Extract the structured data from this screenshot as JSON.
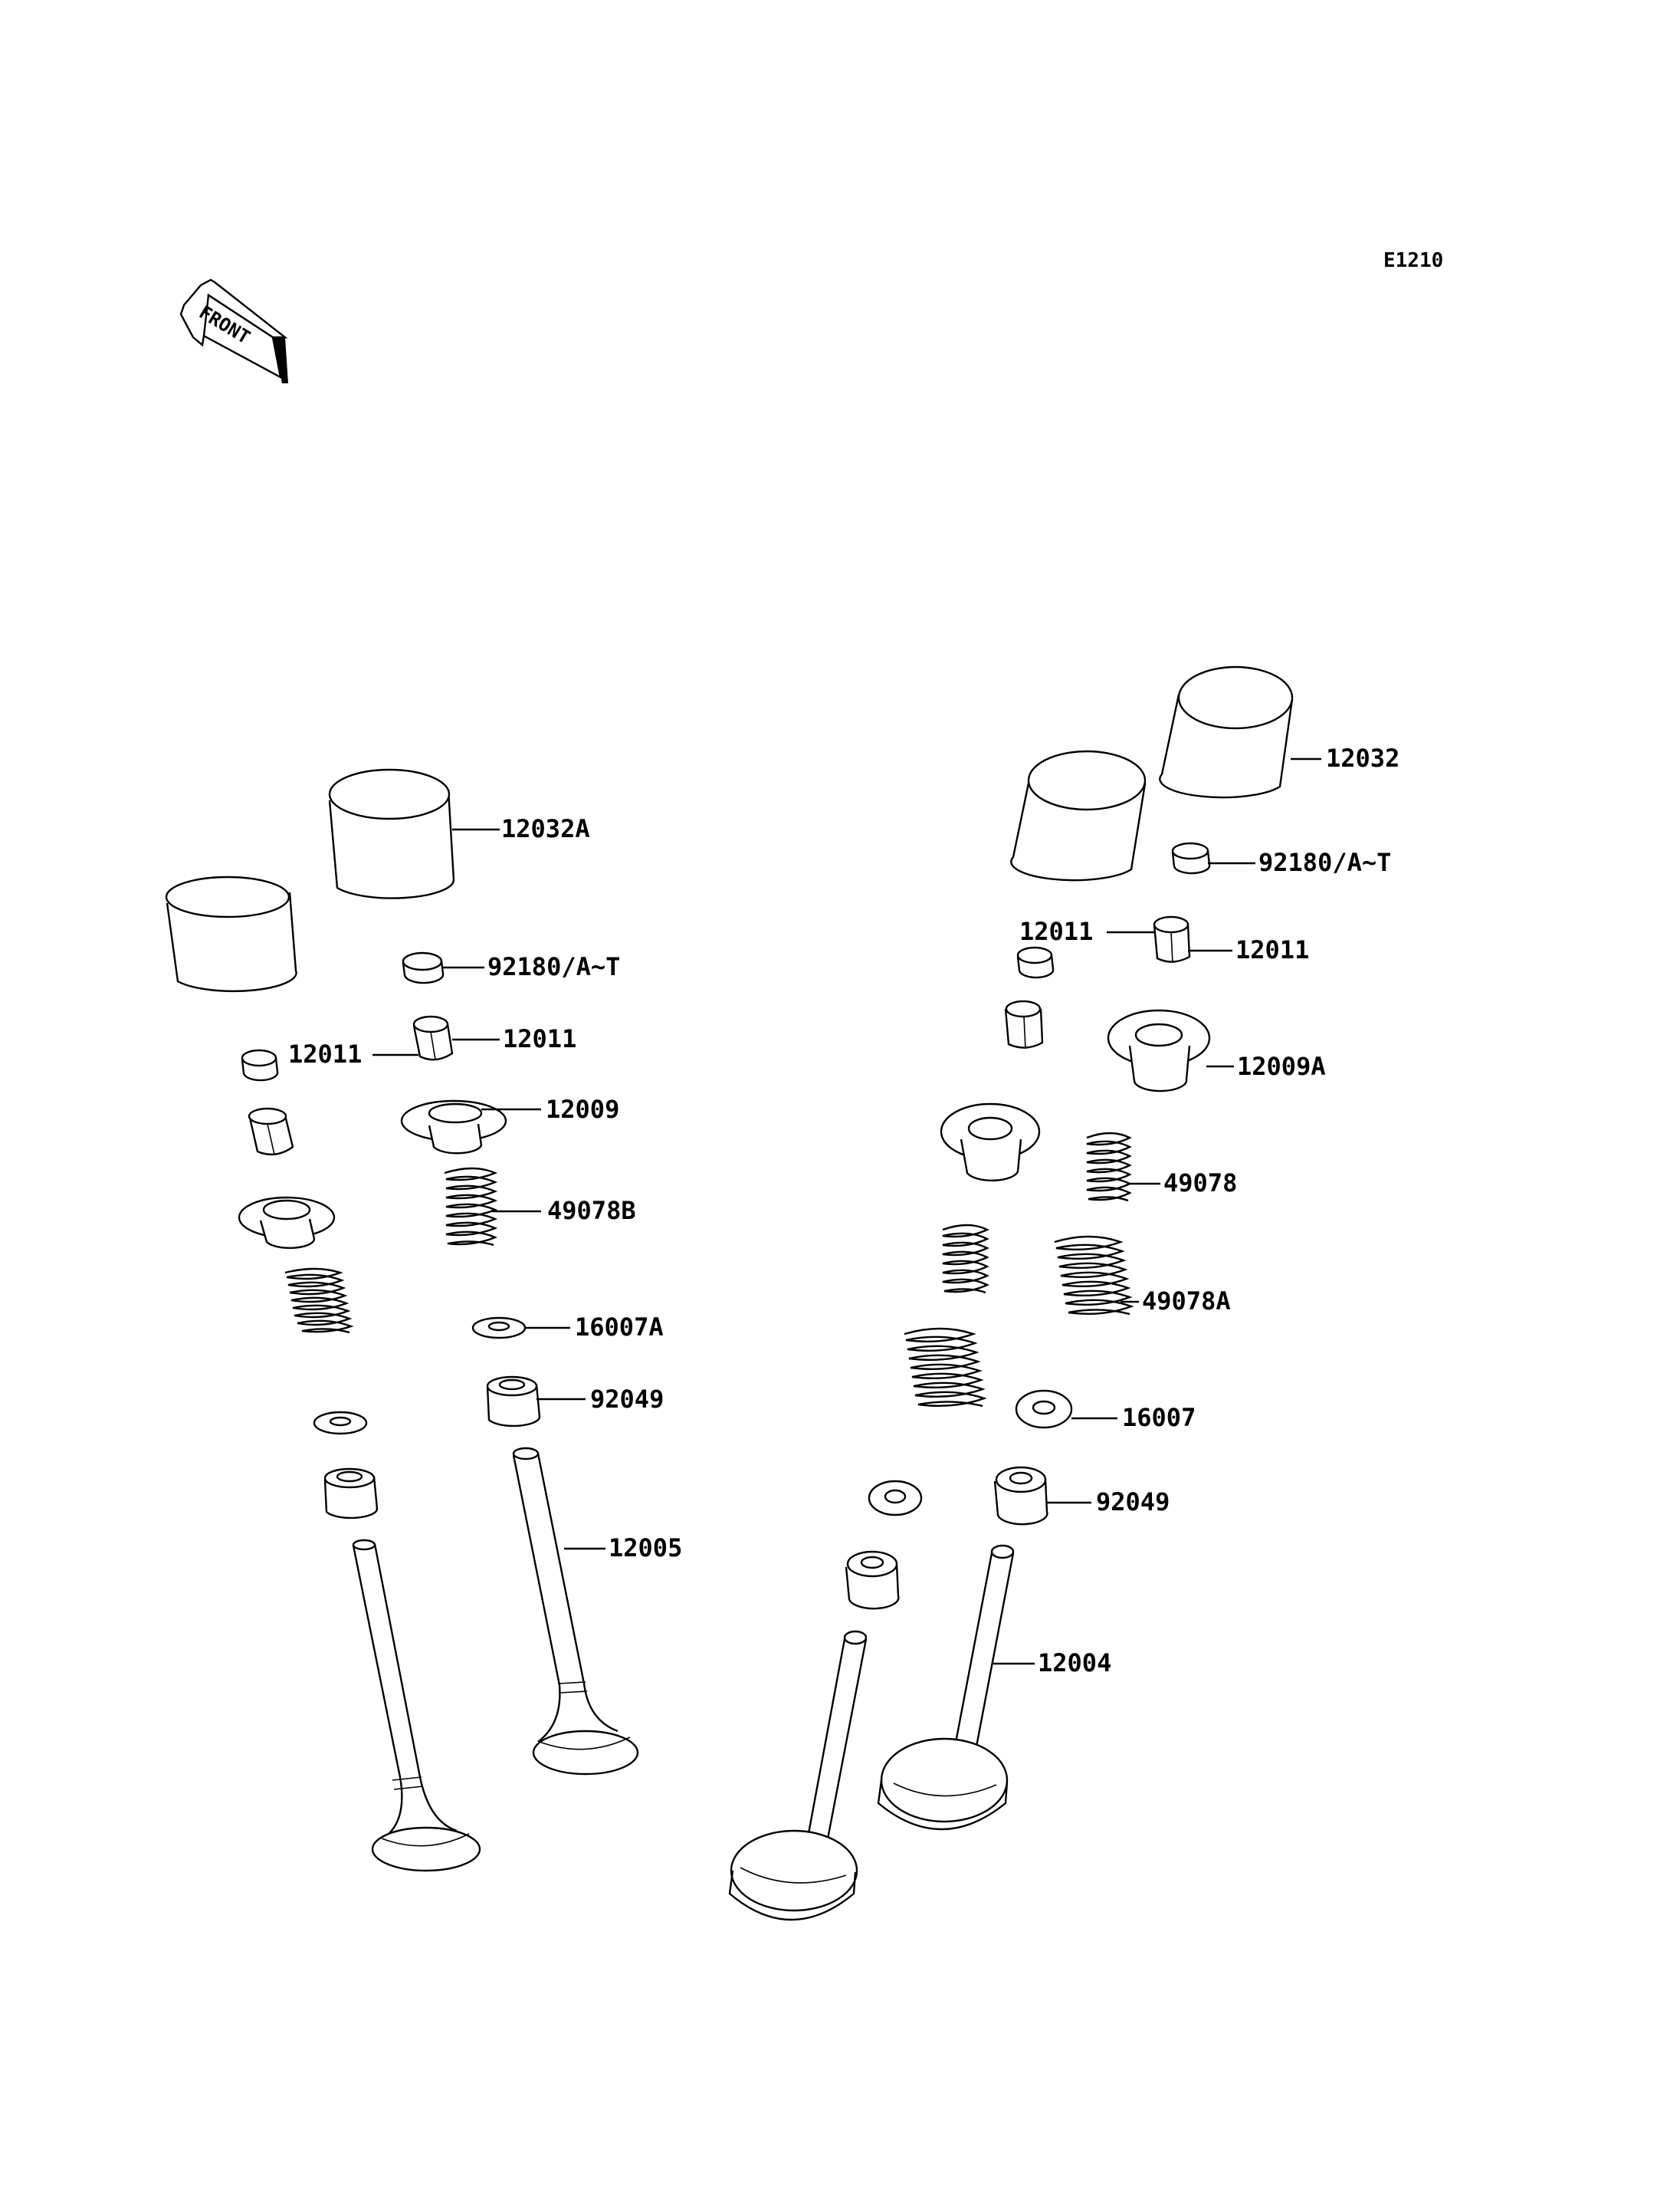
{
  "diagram": {
    "code": "E1210",
    "front_text": "FRONT",
    "labels": {
      "intake_tappet": "12032A",
      "intake_shim": "92180/A~T",
      "intake_keeper_left": "12011",
      "intake_keeper_right": "12011",
      "intake_retainer": "12009",
      "intake_spring": "49078B",
      "intake_seat": "16007A",
      "intake_seal": "92049",
      "intake_valve": "12005",
      "exhaust_tappet": "12032",
      "exhaust_shim": "92180/A~T",
      "exhaust_keeper_left": "12011",
      "exhaust_keeper_right": "12011",
      "exhaust_retainer": "12009A",
      "exhaust_inner_spring": "49078",
      "exhaust_outer_spring": "49078A",
      "exhaust_seat": "16007",
      "exhaust_seal": "92049",
      "exhaust_valve": "12004"
    }
  }
}
